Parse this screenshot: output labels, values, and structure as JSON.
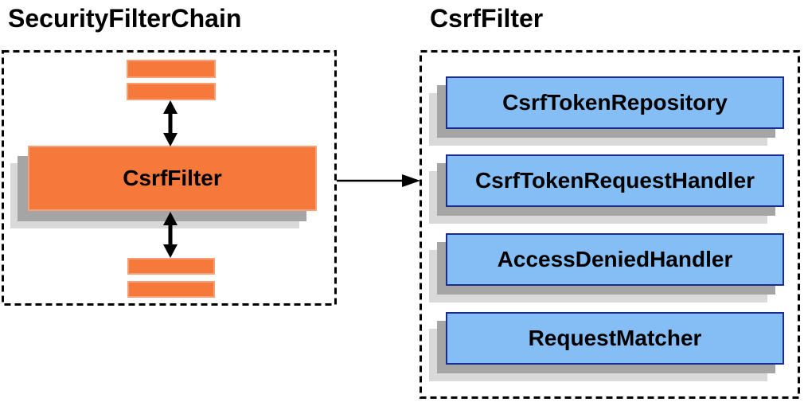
{
  "diagram": {
    "left_panel": {
      "title": "SecurityFilterChain",
      "filter_box_label": "CsrfFilter"
    },
    "right_panel": {
      "title": "CsrfFilter",
      "components": [
        "CsrfTokenRepository",
        "CsrfTokenRequestHandler",
        "AccessDeniedHandler",
        "RequestMatcher"
      ]
    },
    "colors": {
      "orange_fill": "#F4793B",
      "orange_border": "#F7A078",
      "blue_fill": "#85BEF4",
      "blue_border": "#1A2B93",
      "shadow_dark": "#A5A5A5",
      "shadow_light": "#D9D9D9",
      "outline": "#000000",
      "text": "#000000",
      "background": "#FFFFFF"
    }
  }
}
